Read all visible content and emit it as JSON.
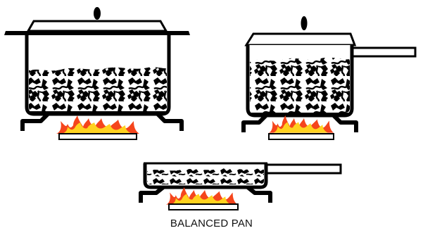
{
  "caption": "BALANCED PAN",
  "pans": [
    {
      "kind": "stock-pot",
      "handle": "side-rims"
    },
    {
      "kind": "saucepan",
      "handle": "long-handle"
    },
    {
      "kind": "shallow-pan",
      "handle": "long-handle"
    }
  ],
  "colors": {
    "outline": "#000000",
    "flame_outer": "#f5451c",
    "flame_inner": "#ffd21f",
    "burner_plate": "#ffffff"
  }
}
